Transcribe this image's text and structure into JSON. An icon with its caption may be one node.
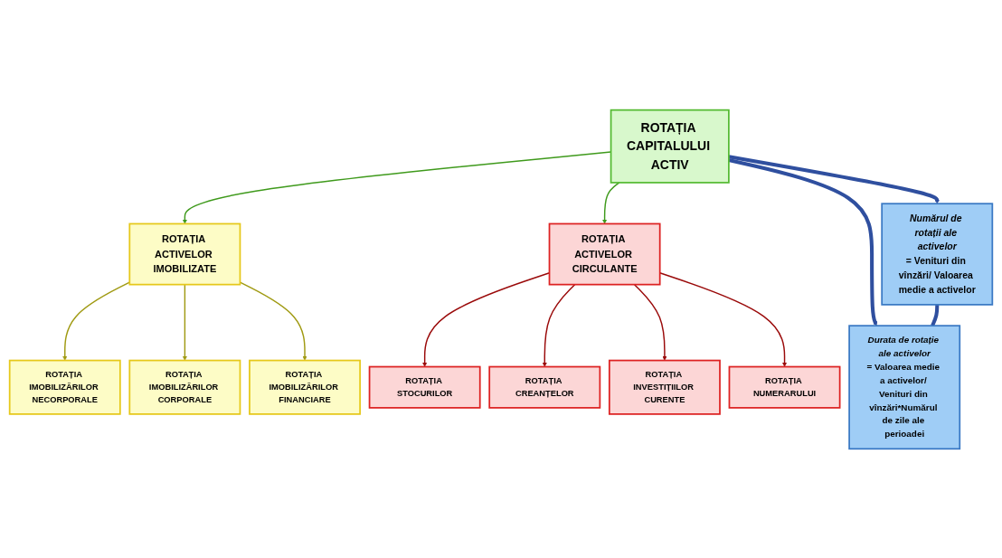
{
  "diagram": {
    "nodes": [
      {
        "text": [
          "ROTAȚIA CAPITALULUI ACTIV"
        ]
      },
      {
        "text": [
          "ROTAȚIA ACTIVELOR IMOBILIZATE"
        ]
      },
      {
        "text": [
          "ROTAȚIA ACTIVELOR CIRCULANTE"
        ]
      },
      {
        "text": [
          "ROTAȚIA IMOBILIZĂRILOR NECORPORALE"
        ]
      },
      {
        "text": [
          "ROTAȚIA IMOBILIZĂRILOR CORPORALE"
        ]
      },
      {
        "text": [
          "ROTAȚIA IMOBILIZĂRILOR FINANCIARE"
        ]
      },
      {
        "text": [
          "ROTAȚIA STOCURILOR"
        ]
      },
      {
        "text": [
          "ROTAȚIA CREANȚELOR"
        ]
      },
      {
        "text": [
          "ROTAȚIA INVESTIȚIILOR CURENTE"
        ]
      },
      {
        "text": [
          "ROTAȚIA NUMERARULUI"
        ]
      },
      {
        "text": [
          "Numărul de rotații ale activelor",
          "= Venituri din vînzări/ Valoarea medie a activelor"
        ]
      },
      {
        "text": [
          "Durata de rotație ale activelor",
          "= Valoarea medie a activelor/ Venituri din vînzări*Numărul de zile ale perioadei"
        ]
      }
    ],
    "edges": [
      {
        "from": 0,
        "to": 1,
        "arrow": "to",
        "color": "#3f9a1c"
      },
      {
        "from": 0,
        "to": 2,
        "arrow": "to",
        "color": "#3f9a1c"
      },
      {
        "from": 1,
        "to": 3,
        "arrow": "to",
        "color": "#a09a12"
      },
      {
        "from": 1,
        "to": 4,
        "arrow": "to",
        "color": "#a09a12"
      },
      {
        "from": 1,
        "to": 5,
        "arrow": "to",
        "color": "#a09a12"
      },
      {
        "from": 2,
        "to": 6,
        "arrow": "to",
        "color": "#9a0a0a"
      },
      {
        "from": 2,
        "to": 7,
        "arrow": "to",
        "color": "#9a0a0a"
      },
      {
        "from": 2,
        "to": 8,
        "arrow": "to",
        "color": "#9a0a0a"
      },
      {
        "from": 2,
        "to": 9,
        "arrow": "to",
        "color": "#9a0a0a"
      },
      {
        "from": 0,
        "to": 10,
        "arrow": "to",
        "style": "thick",
        "color": "#2f4f9f"
      },
      {
        "from": 0,
        "to": 11,
        "arrow": "to",
        "style": "thick",
        "color": "#2f4f9f"
      },
      {
        "from": 10,
        "to": 11,
        "arrow": "none",
        "style": "thick",
        "color": "#2f4f9f"
      }
    ]
  }
}
